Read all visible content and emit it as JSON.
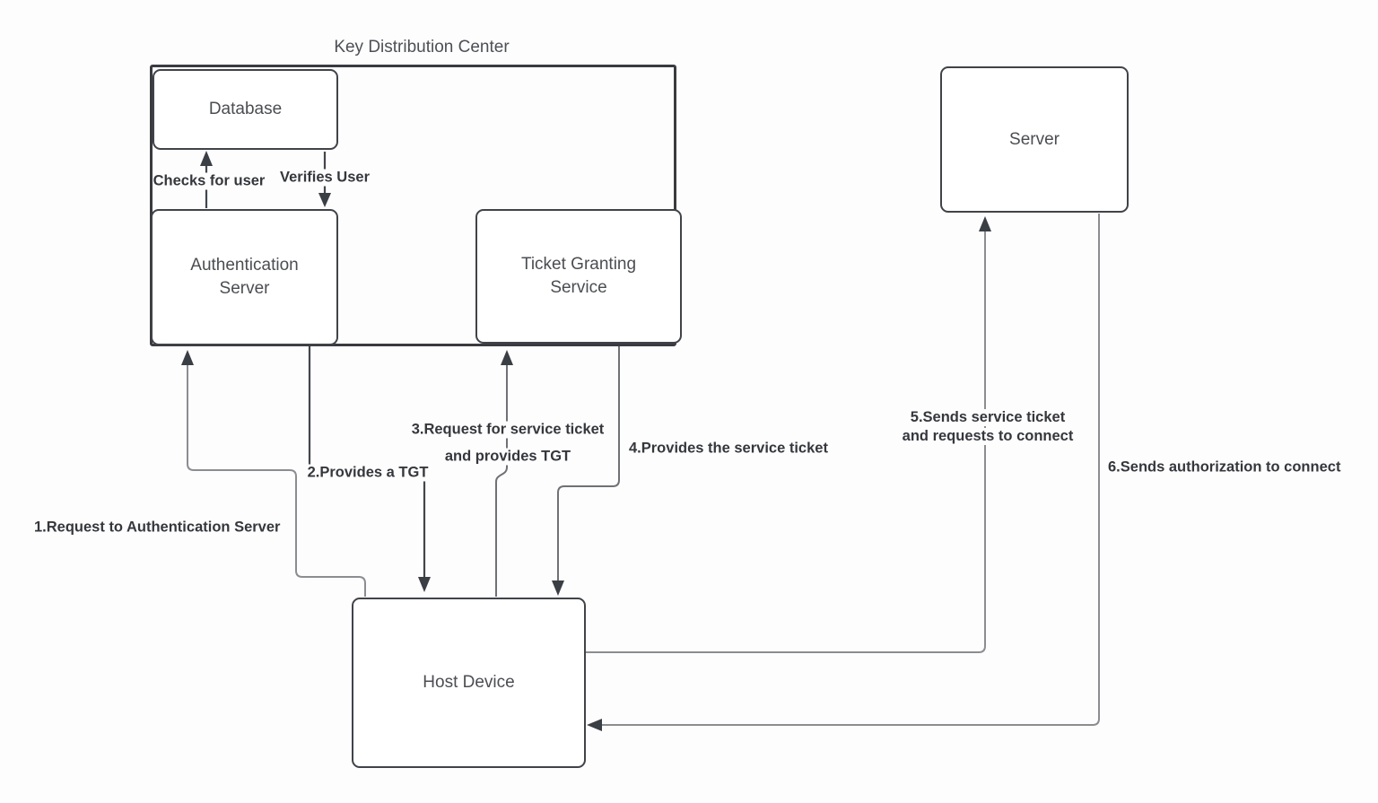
{
  "diagram": {
    "title": "Key Distribution Center",
    "nodes": {
      "database": "Database",
      "auth_server": "Authentication Server",
      "tgs": "Ticket Granting Service",
      "server": "Server",
      "host_device": "Host Device"
    },
    "edge_labels": {
      "checks": "Checks for user",
      "verifies": "Verifies User",
      "step1": "1.Request to Authentication Server",
      "step2": "2.Provides a TGT",
      "step3_line1": "3.Request for service ticket",
      "step3_line2": "and provides TGT",
      "step4": "4.Provides the service ticket",
      "step5_line1": "5.Sends service ticket",
      "step5_line2": "and requests to connect",
      "step6": "6.Sends authorization to connect"
    },
    "colors": {
      "background": "#ffffff",
      "box_border": "#3f434a",
      "box_label": "#4a4e53",
      "connector_gray": "#8b8d90",
      "connector_dark": "#42464d",
      "annotation_text": "#34383d"
    }
  }
}
